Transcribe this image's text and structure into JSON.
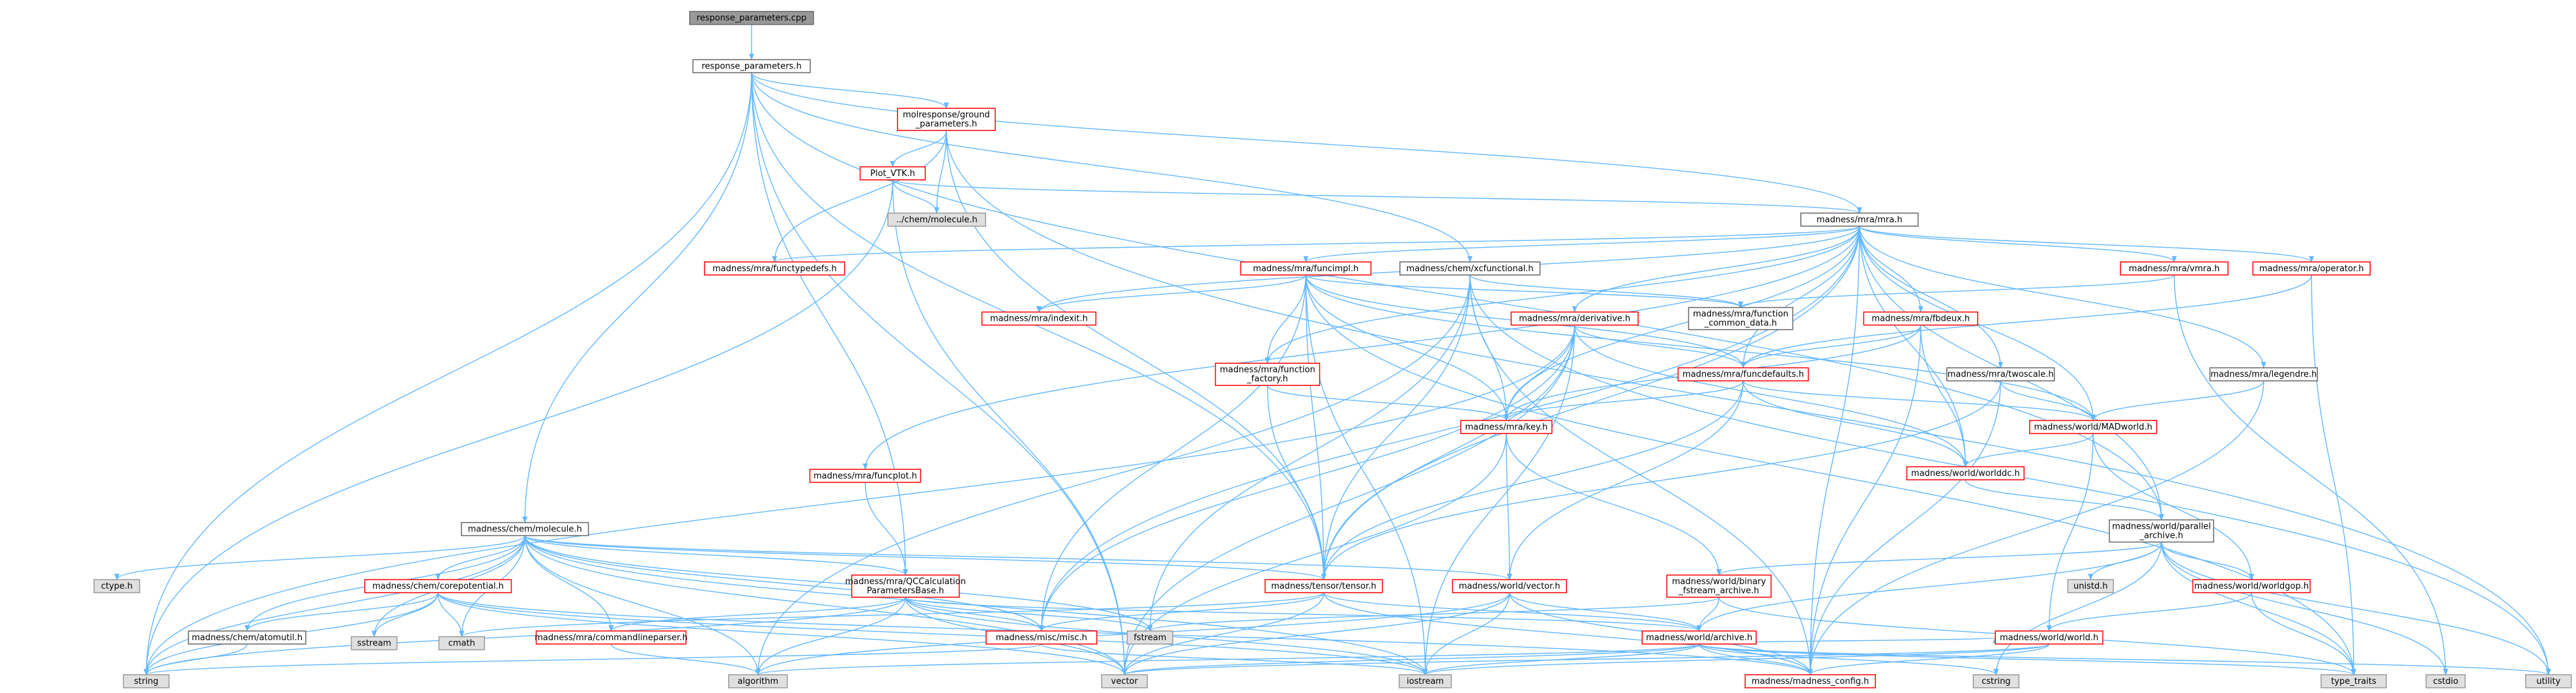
{
  "graph": {
    "type": "include-dependency-graph",
    "colors": {
      "edge": "#63b8ff",
      "documented_border": "#ff0000",
      "plain_border": "#666666",
      "external_fill": "#e0e0e0",
      "root_fill": "#999999"
    },
    "nodes": [
      {
        "id": "root",
        "label": [
          "response_parameters.cpp"
        ],
        "kind": "root"
      },
      {
        "id": "rp_h",
        "label": [
          "response_parameters.h"
        ],
        "kind": "plain"
      },
      {
        "id": "molresp",
        "label": [
          "molresponse/ground",
          "_parameters.h"
        ],
        "kind": "red"
      },
      {
        "id": "plotvtk",
        "label": [
          "Plot_VTK.h"
        ],
        "kind": "red"
      },
      {
        "id": "chemmol_rel",
        "label": [
          "../chem/molecule.h"
        ],
        "kind": "grey"
      },
      {
        "id": "mra_h",
        "label": [
          "madness/mra/mra.h"
        ],
        "kind": "plain"
      },
      {
        "id": "functypedefs",
        "label": [
          "madness/mra/functypedefs.h"
        ],
        "kind": "red"
      },
      {
        "id": "funcimpl",
        "label": [
          "madness/mra/funcimpl.h"
        ],
        "kind": "red"
      },
      {
        "id": "xcfunctional",
        "label": [
          "madness/chem/xcfunctional.h"
        ],
        "kind": "plain"
      },
      {
        "id": "vmra",
        "label": [
          "madness/mra/vmra.h"
        ],
        "kind": "red"
      },
      {
        "id": "operator",
        "label": [
          "madness/mra/operator.h"
        ],
        "kind": "red"
      },
      {
        "id": "indexit",
        "label": [
          "madness/mra/indexit.h"
        ],
        "kind": "red"
      },
      {
        "id": "func_common",
        "label": [
          "madness/mra/function",
          "_common_data.h"
        ],
        "kind": "plain"
      },
      {
        "id": "derivative",
        "label": [
          "madness/mra/derivative.h"
        ],
        "kind": "red"
      },
      {
        "id": "fbdeux",
        "label": [
          "madness/mra/fbdeux.h"
        ],
        "kind": "red"
      },
      {
        "id": "func_factory",
        "label": [
          "madness/mra/function",
          "_factory.h"
        ],
        "kind": "red"
      },
      {
        "id": "funcdefaults",
        "label": [
          "madness/mra/funcdefaults.h"
        ],
        "kind": "red"
      },
      {
        "id": "twoscale",
        "label": [
          "madness/mra/twoscale.h"
        ],
        "kind": "plain"
      },
      {
        "id": "legendre",
        "label": [
          "madness/mra/legendre.h"
        ],
        "kind": "plain"
      },
      {
        "id": "key",
        "label": [
          "madness/mra/key.h"
        ],
        "kind": "red"
      },
      {
        "id": "madworld",
        "label": [
          "madness/world/MADworld.h"
        ],
        "kind": "red"
      },
      {
        "id": "funcplot",
        "label": [
          "madness/mra/funcplot.h"
        ],
        "kind": "red"
      },
      {
        "id": "worlddc",
        "label": [
          "madness/world/worlddc.h"
        ],
        "kind": "red"
      },
      {
        "id": "parallel",
        "label": [
          "madness/world/parallel",
          "_archive.h"
        ],
        "kind": "plain"
      },
      {
        "id": "chem_molecule",
        "label": [
          "madness/chem/molecule.h"
        ],
        "kind": "plain"
      },
      {
        "id": "qccalc",
        "label": [
          "madness/mra/QCCalculation",
          "ParametersBase.h"
        ],
        "kind": "red"
      },
      {
        "id": "tensor",
        "label": [
          "madness/tensor/tensor.h"
        ],
        "kind": "red"
      },
      {
        "id": "wvector",
        "label": [
          "madness/world/vector.h"
        ],
        "kind": "red"
      },
      {
        "id": "binfstream",
        "label": [
          "madness/world/binary",
          "_fstream_archive.h"
        ],
        "kind": "red"
      },
      {
        "id": "unistd",
        "label": [
          "unistd.h"
        ],
        "kind": "grey"
      },
      {
        "id": "worldgop",
        "label": [
          "madness/world/worldgop.h"
        ],
        "kind": "red"
      },
      {
        "id": "ctype",
        "label": [
          "ctype.h"
        ],
        "kind": "grey"
      },
      {
        "id": "corepot",
        "label": [
          "madness/chem/corepotential.h"
        ],
        "kind": "red"
      },
      {
        "id": "atomutil",
        "label": [
          "madness/chem/atomutil.h"
        ],
        "kind": "plain"
      },
      {
        "id": "sstream",
        "label": [
          "sstream"
        ],
        "kind": "grey"
      },
      {
        "id": "cmath",
        "label": [
          "cmath"
        ],
        "kind": "grey"
      },
      {
        "id": "cmdparser",
        "label": [
          "madness/mra/commandlineparser.h"
        ],
        "kind": "red"
      },
      {
        "id": "misc",
        "label": [
          "madness/misc/misc.h"
        ],
        "kind": "red"
      },
      {
        "id": "fstream",
        "label": [
          "fstream"
        ],
        "kind": "grey"
      },
      {
        "id": "archive",
        "label": [
          "madness/world/archive.h"
        ],
        "kind": "red"
      },
      {
        "id": "world",
        "label": [
          "madness/world/world.h"
        ],
        "kind": "red"
      },
      {
        "id": "string",
        "label": [
          "string"
        ],
        "kind": "grey"
      },
      {
        "id": "algorithm",
        "label": [
          "algorithm"
        ],
        "kind": "grey"
      },
      {
        "id": "vector",
        "label": [
          "vector"
        ],
        "kind": "grey"
      },
      {
        "id": "iostream",
        "label": [
          "iostream"
        ],
        "kind": "grey"
      },
      {
        "id": "mconfig",
        "label": [
          "madness/madness_config.h"
        ],
        "kind": "red"
      },
      {
        "id": "cstring",
        "label": [
          "cstring"
        ],
        "kind": "grey"
      },
      {
        "id": "type_traits",
        "label": [
          "type_traits"
        ],
        "kind": "grey"
      },
      {
        "id": "cstdio",
        "label": [
          "cstdio"
        ],
        "kind": "grey"
      },
      {
        "id": "utility",
        "label": [
          "utility"
        ],
        "kind": "grey"
      }
    ],
    "edges": [
      [
        "root",
        "rp_h"
      ],
      [
        "rp_h",
        "molresp"
      ],
      [
        "rp_h",
        "string"
      ],
      [
        "rp_h",
        "chem_molecule"
      ],
      [
        "rp_h",
        "qccalc"
      ],
      [
        "rp_h",
        "vector"
      ],
      [
        "rp_h",
        "xcfunctional"
      ],
      [
        "rp_h",
        "mra_h"
      ],
      [
        "rp_h",
        "parallel"
      ],
      [
        "rp_h",
        "tensor"
      ],
      [
        "molresp",
        "plotvtk"
      ],
      [
        "molresp",
        "chemmol_rel"
      ],
      [
        "molresp",
        "functypedefs"
      ],
      [
        "molresp",
        "tensor"
      ],
      [
        "molresp",
        "utility"
      ],
      [
        "plotvtk",
        "mra_h"
      ],
      [
        "plotvtk",
        "chemmol_rel"
      ],
      [
        "plotvtk",
        "string"
      ],
      [
        "plotvtk",
        "vector"
      ],
      [
        "mra_h",
        "functypedefs"
      ],
      [
        "mra_h",
        "funcimpl"
      ],
      [
        "mra_h",
        "vmra"
      ],
      [
        "mra_h",
        "operator"
      ],
      [
        "mra_h",
        "indexit"
      ],
      [
        "mra_h",
        "derivative"
      ],
      [
        "mra_h",
        "fbdeux"
      ],
      [
        "mra_h",
        "func_factory"
      ],
      [
        "mra_h",
        "funcdefaults"
      ],
      [
        "mra_h",
        "twoscale"
      ],
      [
        "mra_h",
        "legendre"
      ],
      [
        "mra_h",
        "key"
      ],
      [
        "mra_h",
        "madworld"
      ],
      [
        "mra_h",
        "funcplot"
      ],
      [
        "mra_h",
        "worlddc"
      ],
      [
        "mra_h",
        "parallel"
      ],
      [
        "mra_h",
        "tensor"
      ],
      [
        "mra_h",
        "misc"
      ],
      [
        "mra_h",
        "mconfig"
      ],
      [
        "funcimpl",
        "indexit"
      ],
      [
        "funcimpl",
        "func_common"
      ],
      [
        "funcimpl",
        "func_factory"
      ],
      [
        "funcimpl",
        "key"
      ],
      [
        "funcimpl",
        "tensor"
      ],
      [
        "funcimpl",
        "misc"
      ],
      [
        "funcimpl",
        "funcdefaults"
      ],
      [
        "funcimpl",
        "madworld"
      ],
      [
        "funcimpl",
        "iostream"
      ],
      [
        "funcimpl",
        "type_traits"
      ],
      [
        "xcfunctional",
        "tensor"
      ],
      [
        "xcfunctional",
        "key"
      ],
      [
        "xcfunctional",
        "func_common"
      ],
      [
        "xcfunctional",
        "mconfig"
      ],
      [
        "xcfunctional",
        "algorithm"
      ],
      [
        "xcfunctional",
        "fstream"
      ],
      [
        "xcfunctional",
        "utility"
      ],
      [
        "vmra",
        "func_common"
      ],
      [
        "vmra",
        "cstdio"
      ],
      [
        "operator",
        "funcdefaults"
      ],
      [
        "operator",
        "type_traits"
      ],
      [
        "derivative",
        "funcdefaults"
      ],
      [
        "derivative",
        "key"
      ],
      [
        "derivative",
        "tensor"
      ],
      [
        "derivative",
        "worlddc"
      ],
      [
        "derivative",
        "misc"
      ],
      [
        "derivative",
        "iostream"
      ],
      [
        "derivative",
        "string"
      ],
      [
        "derivative",
        "vector"
      ],
      [
        "fbdeux",
        "funcdefaults"
      ],
      [
        "fbdeux",
        "key"
      ],
      [
        "fbdeux",
        "worlddc"
      ],
      [
        "fbdeux",
        "mconfig"
      ],
      [
        "func_factory",
        "key"
      ],
      [
        "func_factory",
        "tensor"
      ],
      [
        "funcdefaults",
        "key"
      ],
      [
        "funcdefaults",
        "madworld"
      ],
      [
        "funcdefaults",
        "worlddc"
      ],
      [
        "funcdefaults",
        "tensor"
      ],
      [
        "funcdefaults",
        "wvector"
      ],
      [
        "twoscale",
        "madworld"
      ],
      [
        "twoscale",
        "tensor"
      ],
      [
        "twoscale",
        "mconfig"
      ],
      [
        "legendre",
        "madworld"
      ],
      [
        "legendre",
        "mconfig"
      ],
      [
        "key",
        "wvector"
      ],
      [
        "key",
        "binfstream"
      ],
      [
        "key",
        "vector"
      ],
      [
        "madworld",
        "worlddc"
      ],
      [
        "madworld",
        "worldgop"
      ],
      [
        "madworld",
        "world"
      ],
      [
        "funcplot",
        "qccalc"
      ],
      [
        "worlddc",
        "parallel"
      ],
      [
        "parallel",
        "binfstream"
      ],
      [
        "parallel",
        "unistd"
      ],
      [
        "parallel",
        "archive"
      ],
      [
        "parallel",
        "worldgop"
      ],
      [
        "parallel",
        "cstring"
      ],
      [
        "parallel",
        "type_traits"
      ],
      [
        "parallel",
        "cstdio"
      ],
      [
        "parallel",
        "utility"
      ],
      [
        "chem_molecule",
        "ctype"
      ],
      [
        "chem_molecule",
        "corepot"
      ],
      [
        "chem_molecule",
        "atomutil"
      ],
      [
        "chem_molecule",
        "sstream"
      ],
      [
        "chem_molecule",
        "cmath"
      ],
      [
        "chem_molecule",
        "cmdparser"
      ],
      [
        "chem_molecule",
        "misc"
      ],
      [
        "chem_molecule",
        "fstream"
      ],
      [
        "chem_molecule",
        "string"
      ],
      [
        "chem_molecule",
        "algorithm"
      ],
      [
        "chem_molecule",
        "vector"
      ],
      [
        "chem_molecule",
        "iostream"
      ],
      [
        "chem_molecule",
        "qccalc"
      ],
      [
        "chem_molecule",
        "tensor"
      ],
      [
        "chem_molecule",
        "wvector"
      ],
      [
        "qccalc",
        "cmdparser"
      ],
      [
        "qccalc",
        "misc"
      ],
      [
        "qccalc",
        "archive"
      ],
      [
        "qccalc",
        "string"
      ],
      [
        "qccalc",
        "algorithm"
      ],
      [
        "qccalc",
        "vector"
      ],
      [
        "qccalc",
        "iostream"
      ],
      [
        "qccalc",
        "fstream"
      ],
      [
        "tensor",
        "misc"
      ],
      [
        "tensor",
        "archive"
      ],
      [
        "tensor",
        "cmath"
      ],
      [
        "tensor",
        "vector"
      ],
      [
        "tensor",
        "mconfig"
      ],
      [
        "wvector",
        "archive"
      ],
      [
        "wvector",
        "vector"
      ],
      [
        "wvector",
        "iostream"
      ],
      [
        "wvector",
        "mconfig"
      ],
      [
        "wvector",
        "algorithm"
      ],
      [
        "binfstream",
        "archive"
      ],
      [
        "binfstream",
        "fstream"
      ],
      [
        "binfstream",
        "type_traits"
      ],
      [
        "worldgop",
        "world"
      ],
      [
        "worldgop",
        "type_traits"
      ],
      [
        "corepot",
        "atomutil"
      ],
      [
        "corepot",
        "sstream"
      ],
      [
        "corepot",
        "cmath"
      ],
      [
        "corepot",
        "string"
      ],
      [
        "corepot",
        "iostream"
      ],
      [
        "corepot",
        "vector"
      ],
      [
        "corepot",
        "mconfig"
      ],
      [
        "atomutil",
        "string"
      ],
      [
        "cmdparser",
        "algorithm"
      ],
      [
        "misc",
        "iostream"
      ],
      [
        "misc",
        "string"
      ],
      [
        "archive",
        "world"
      ],
      [
        "archive",
        "algorithm"
      ],
      [
        "archive",
        "vector"
      ],
      [
        "archive",
        "iostream"
      ],
      [
        "archive",
        "mconfig"
      ],
      [
        "archive",
        "cstring"
      ],
      [
        "archive",
        "type_traits"
      ],
      [
        "archive",
        "utility"
      ],
      [
        "world",
        "mconfig"
      ],
      [
        "world",
        "vector"
      ],
      [
        "world",
        "iostream"
      ]
    ]
  }
}
